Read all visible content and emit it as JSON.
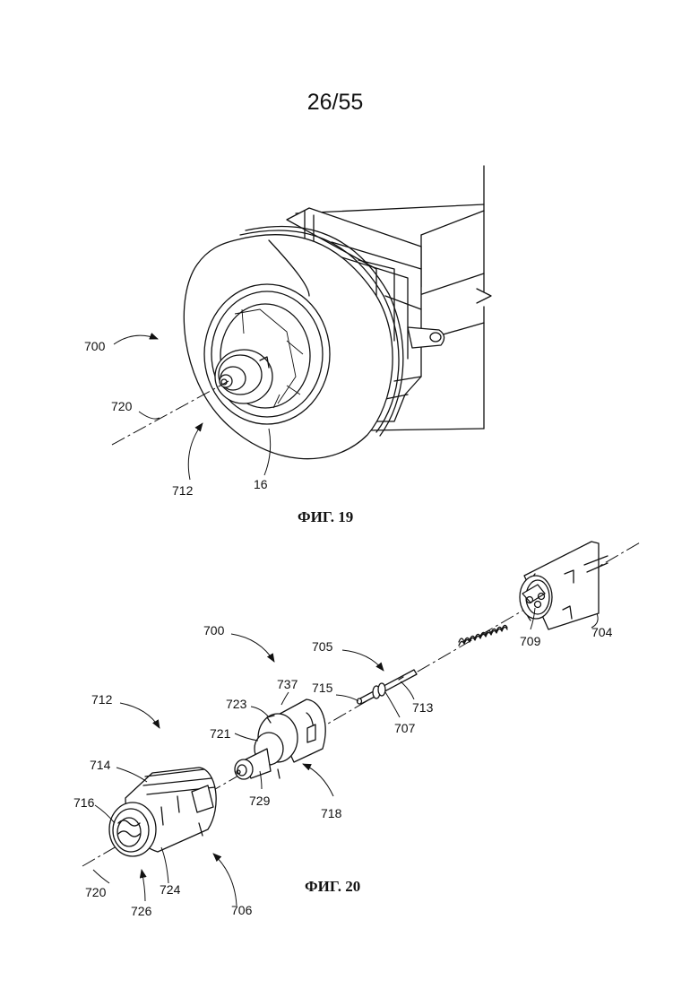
{
  "sheet": {
    "page_number": "26/55"
  },
  "figure19": {
    "caption": "ФИГ. 19",
    "labels": {
      "l700": "700",
      "l720": "720",
      "l712": "712",
      "l16": "16"
    }
  },
  "figure20": {
    "caption": "ФИГ. 20",
    "labels": {
      "l700": "700",
      "l705": "705",
      "l712": "712",
      "l715": "715",
      "l713": "713",
      "l707": "707",
      "l709": "709",
      "l704": "704",
      "l737": "737",
      "l723": "723",
      "l721": "721",
      "l729": "729",
      "l718": "718",
      "l714": "714",
      "l716": "716",
      "l720": "720",
      "l724": "724",
      "l726": "726",
      "l706": "706"
    }
  }
}
